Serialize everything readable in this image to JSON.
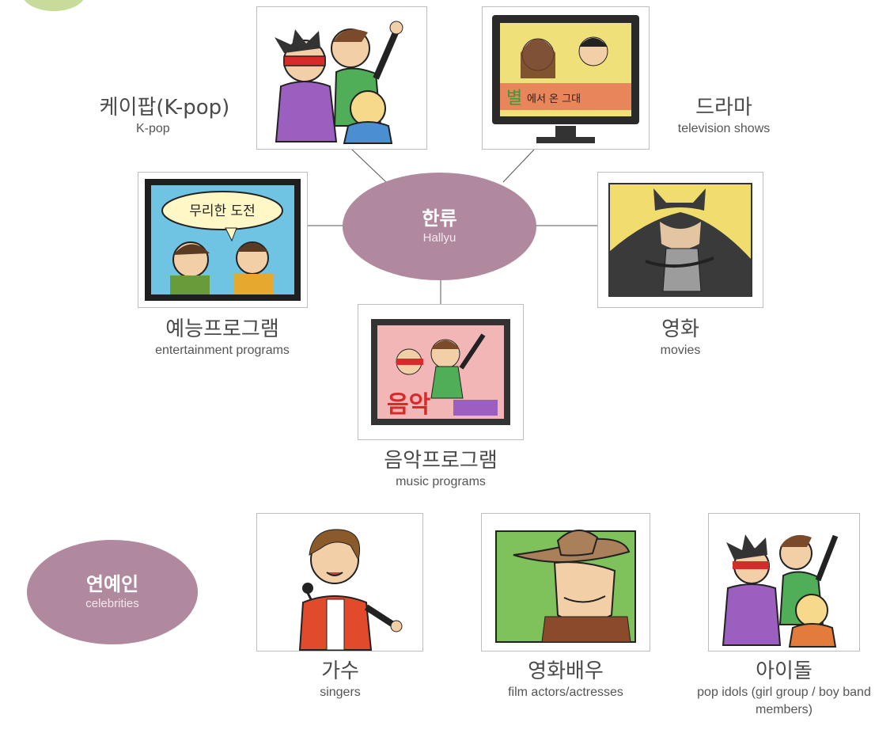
{
  "center": {
    "korean": "한류",
    "english": "Hallyu",
    "color": "#b0899f"
  },
  "celebrity_group": {
    "korean": "연예인",
    "english": "celebrities",
    "color": "#b0899f"
  },
  "categories": [
    {
      "korean": "케이팝(K-pop)",
      "english": "K-pop",
      "icon": "kpop-idols-illustration"
    },
    {
      "korean": "드라마",
      "english": "television shows",
      "icon": "tv-drama-illustration"
    },
    {
      "korean": "예능프로그램",
      "english": "entertainment programs",
      "icon": "variety-show-illustration"
    },
    {
      "korean": "영화",
      "english": "movies",
      "icon": "movie-hero-illustration"
    },
    {
      "korean": "음악프로그램",
      "english": "music programs",
      "icon": "music-show-illustration"
    }
  ],
  "celebrities": [
    {
      "korean": "가수",
      "english": "singers",
      "icon": "singer-illustration"
    },
    {
      "korean": "영화배우",
      "english": "film actors/actresses",
      "icon": "actor-cowboy-illustration"
    },
    {
      "korean": "아이돌",
      "english": "pop idols (girl group / boy band members)",
      "icon": "idol-group-illustration"
    }
  ],
  "illustration_text": {
    "variety_bubble": "무리한 도전",
    "drama_caption": "에서 온 그대",
    "drama_logo": "별",
    "music_logo": "음악"
  },
  "colors": {
    "accent": "#b0899f",
    "corner_blob": "#c7dc9a",
    "frame_border": "#bdbdbd"
  }
}
